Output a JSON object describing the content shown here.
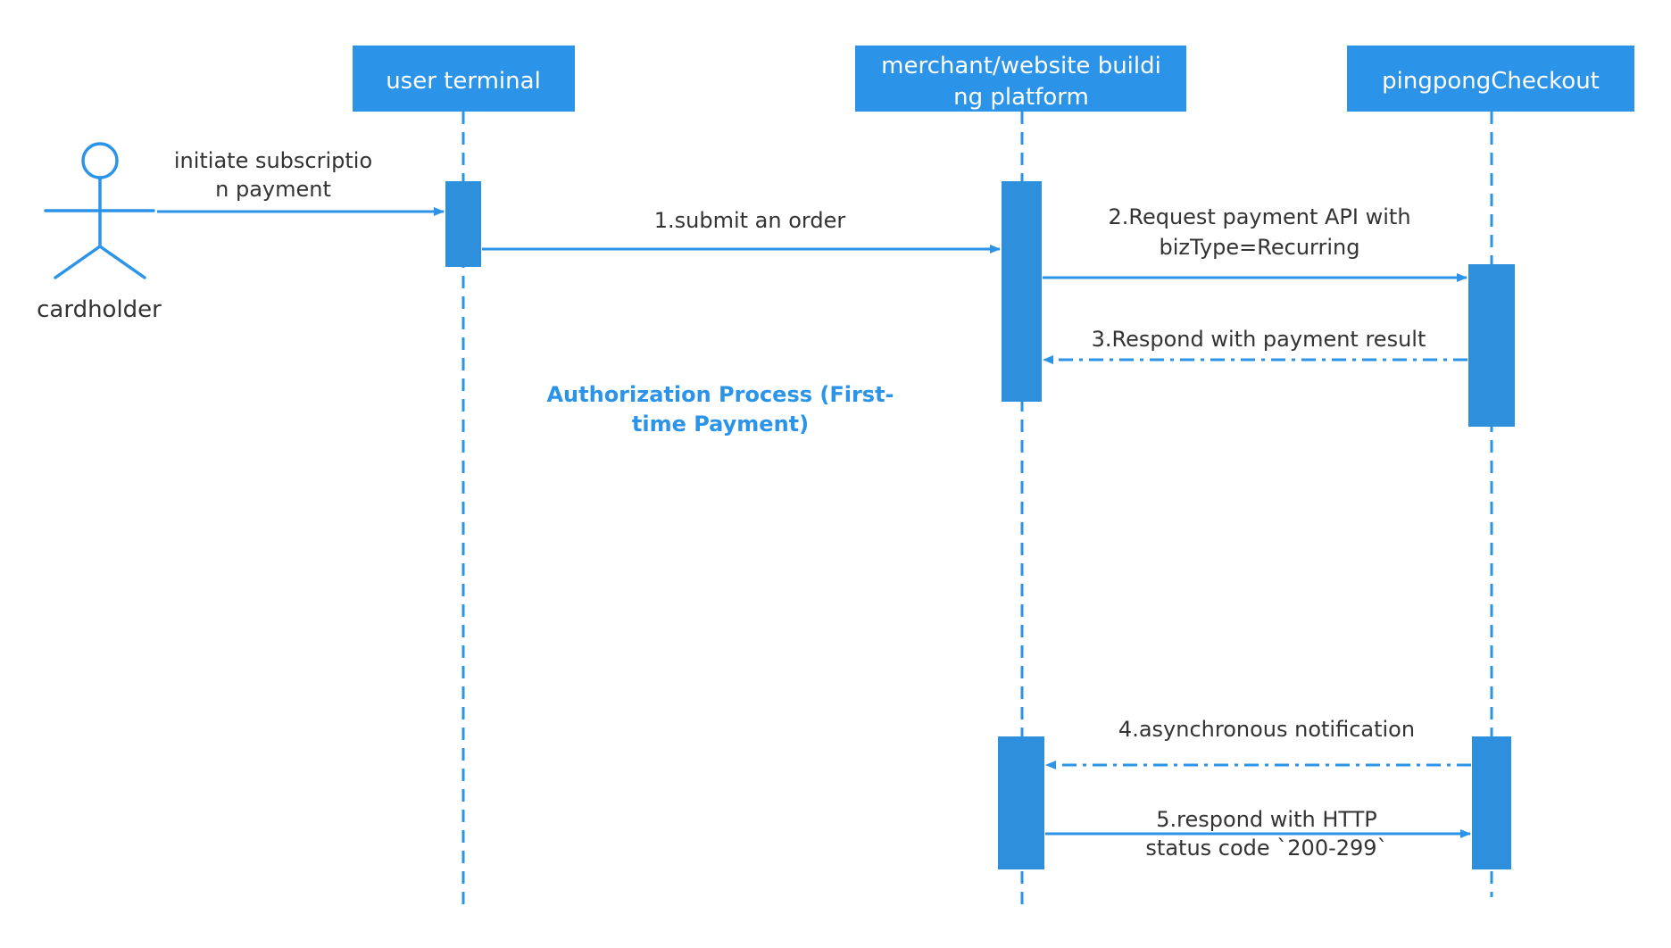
{
  "colors": {
    "primary": "#2b93e8",
    "activation": "#2e8fdd",
    "header_text": "#ffffff",
    "label_text": "#333333",
    "note_text": "#2b93e8",
    "background": "#ffffff"
  },
  "actor": {
    "label": "cardholder",
    "icon": "stick-figure-icon"
  },
  "participants": [
    {
      "id": "user-terminal",
      "label_lines": [
        "user terminal"
      ]
    },
    {
      "id": "merchant",
      "label_lines": [
        "merchant/website buildi",
        "ng platform"
      ]
    },
    {
      "id": "pingpong",
      "label_lines": [
        "pingpongCheckout"
      ]
    }
  ],
  "messages": [
    {
      "id": "initiate",
      "from": "cardholder",
      "to": "user-terminal",
      "style": "solid",
      "label_lines": [
        "initiate subscriptio",
        "n payment"
      ]
    },
    {
      "id": "msg-1",
      "from": "user-terminal",
      "to": "merchant",
      "style": "solid",
      "label_lines": [
        "1.submit an order"
      ]
    },
    {
      "id": "msg-2",
      "from": "merchant",
      "to": "pingpong",
      "style": "solid",
      "label_lines": [
        "2.Request payment API with",
        "bizType=Recurring"
      ]
    },
    {
      "id": "msg-3",
      "from": "pingpong",
      "to": "merchant",
      "style": "dash-dot",
      "label_lines": [
        "3.Respond with payment result"
      ]
    },
    {
      "id": "msg-4",
      "from": "pingpong",
      "to": "merchant",
      "style": "dash-dot",
      "label_lines": [
        "4.asynchronous notification"
      ]
    },
    {
      "id": "msg-5",
      "from": "merchant",
      "to": "pingpong",
      "style": "solid",
      "label_lines": [
        "5.respond with HTTP",
        "status code `200-299`"
      ]
    }
  ],
  "note": {
    "label_lines": [
      "Authorization Process (First-",
      "time Payment)"
    ]
  }
}
